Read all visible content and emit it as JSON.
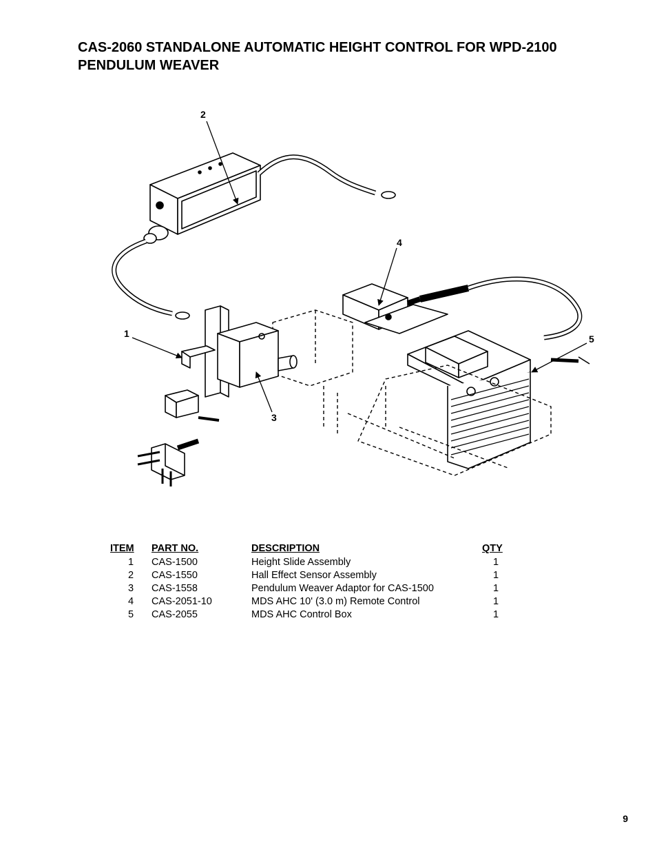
{
  "page": {
    "title": "CAS-2060 STANDALONE AUTOMATIC HEIGHT CONTROL FOR WPD-2100 PENDULUM WEAVER",
    "page_number": "9"
  },
  "figure": {
    "callouts": [
      "1",
      "2",
      "3",
      "4",
      "5"
    ]
  },
  "parts_table": {
    "headers": {
      "item": "ITEM",
      "part_no": "PART NO.",
      "description": "DESCRIPTION",
      "qty": "QTY"
    },
    "rows": [
      {
        "item": "1",
        "part_no": "CAS-1500",
        "description": "Height Slide Assembly",
        "qty": "1"
      },
      {
        "item": "2",
        "part_no": "CAS-1550",
        "description": "Hall Effect Sensor Assembly",
        "qty": "1"
      },
      {
        "item": "3",
        "part_no": "CAS-1558",
        "description": "Pendulum Weaver Adaptor for CAS-1500",
        "qty": "1"
      },
      {
        "item": "4",
        "part_no": "CAS-2051-10",
        "description": "MDS AHC 10' (3.0 m) Remote Control",
        "qty": "1"
      },
      {
        "item": "5",
        "part_no": "CAS-2055",
        "description": "MDS AHC Control Box",
        "qty": "1"
      }
    ]
  }
}
